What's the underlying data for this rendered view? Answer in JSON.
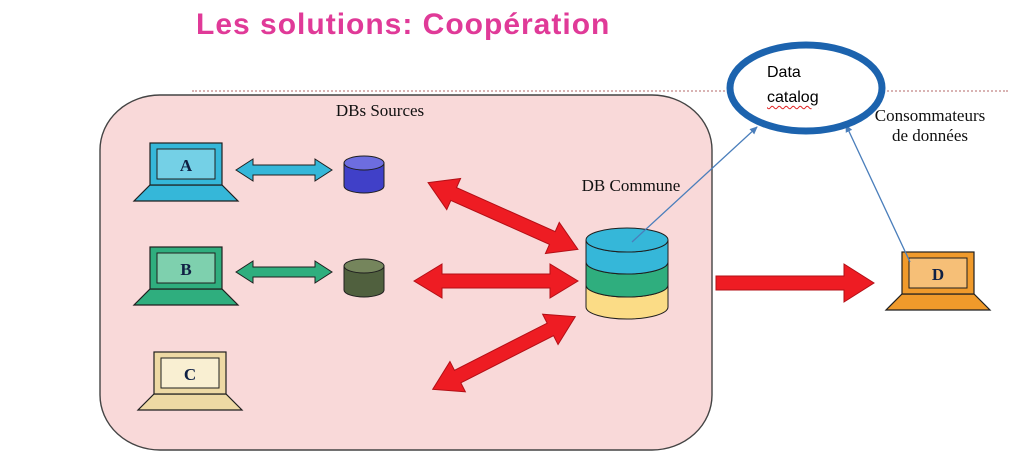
{
  "title": "Les solutions: Coopération",
  "labels": {
    "sources_box": "DBs Sources",
    "db_commune": "DB Commune",
    "consumers_line1": "Consommateurs",
    "consumers_line2": "de données",
    "catalog_line1": "Data",
    "catalog_line2": "catalog"
  },
  "laptops": {
    "a": "A",
    "b": "B",
    "c": "C",
    "d": "D"
  },
  "colors": {
    "magenta": "#e03a98",
    "box_pink": "#f9d9d9",
    "box_border": "#444444",
    "red": "#ee1c23",
    "red_dark": "#b30f16",
    "cyan": "#35b7d9",
    "cyan_light": "#74d0e6",
    "green": "#2fae7e",
    "green_light": "#7ed0ae",
    "tan": "#eed9a4",
    "tan_light": "#f9efd2",
    "orange": "#f09a2b",
    "orange_light": "#f6bf77",
    "blue_cyl": "#4040c8",
    "blue_cyl_top": "#6d6ddf",
    "olive_cyl": "#50603e",
    "olive_cyl_top": "#75855c",
    "db_top": "#35b7d9",
    "db_mid": "#2fae7e",
    "db_bottom": "#fbdc86",
    "ellipse_blue": "#1c63ae",
    "line_blue": "#4a7ebb",
    "letter_dark": "#0f2044",
    "dotted_line": "#d9b3b3"
  }
}
